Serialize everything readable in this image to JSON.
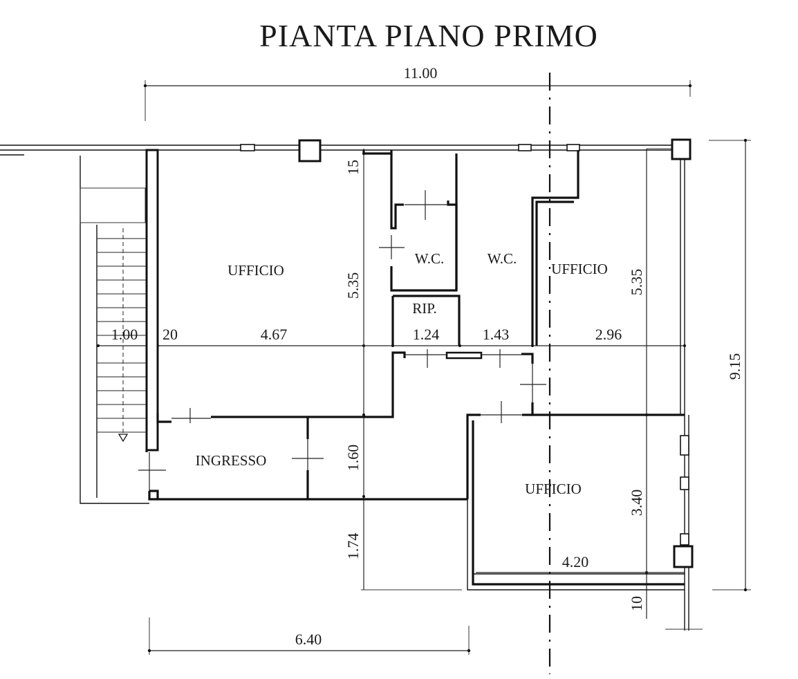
{
  "title": "PIANTA PIANO PRIMO",
  "rooms": {
    "office_left": "UFFICIO",
    "wc_left": "W.C.",
    "wc_right": "W.C.",
    "office_right": "UFFICIO",
    "storage": "RIP.",
    "entrance": "INGRESSO",
    "office_bottom": "UFFICIO"
  },
  "dimensions": {
    "overall_width": "11.00",
    "overall_depth": "9.15",
    "bottom_width": "6.40",
    "wall_top": "15",
    "left_office_depth": "5.35",
    "right_office_depth": "5.35",
    "stair_width": "1.00",
    "wall_20": "20",
    "left_office_width": "4.67",
    "storage_width": "1.24",
    "wc_width": "1.43",
    "right_office_width": "2.96",
    "entrance_depth": "1.60",
    "bottom_offset": "1.74",
    "bottom_office_depth": "3.40",
    "bottom_office_width": "4.20",
    "wall_bottom": "10"
  }
}
